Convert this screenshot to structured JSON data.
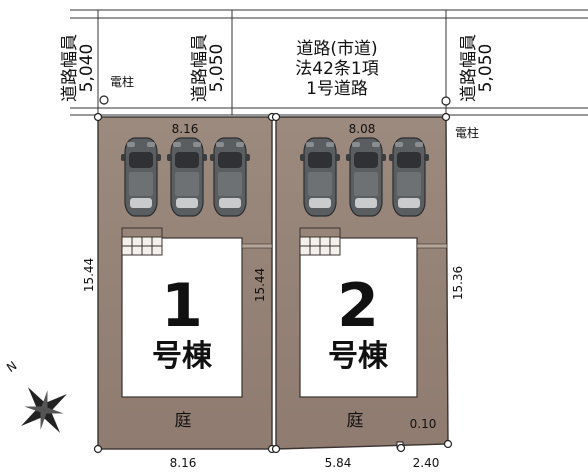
{
  "road": {
    "name_line1": "道路(市道)",
    "name_line2": "法42条1項",
    "name_line3": "1号道路",
    "width_label": "道路幅員",
    "width_left": "5,040",
    "width_mid": "5,050",
    "width_right": "5,050"
  },
  "utility_pole_label": "電柱",
  "lots": [
    {
      "number": "1",
      "building_label": "号棟",
      "garden_label": "庭",
      "top_width": "8.16",
      "bottom_width": "8.16",
      "left_depth": "15.44",
      "right_depth": "15.44"
    },
    {
      "number": "2",
      "building_label": "号棟",
      "garden_label": "庭",
      "top_width": "8.08",
      "bottom_width": "5.84",
      "right_depth": "15.36",
      "bottom_extra": "2.40",
      "corner_offset": "0.10"
    }
  ],
  "compass": {
    "north_label": "N"
  },
  "colors": {
    "lot_fill": "#a08c7f",
    "lot_border": "#3a3330",
    "building_fill": "#ffffff",
    "car_fill": "#5a5d60"
  }
}
